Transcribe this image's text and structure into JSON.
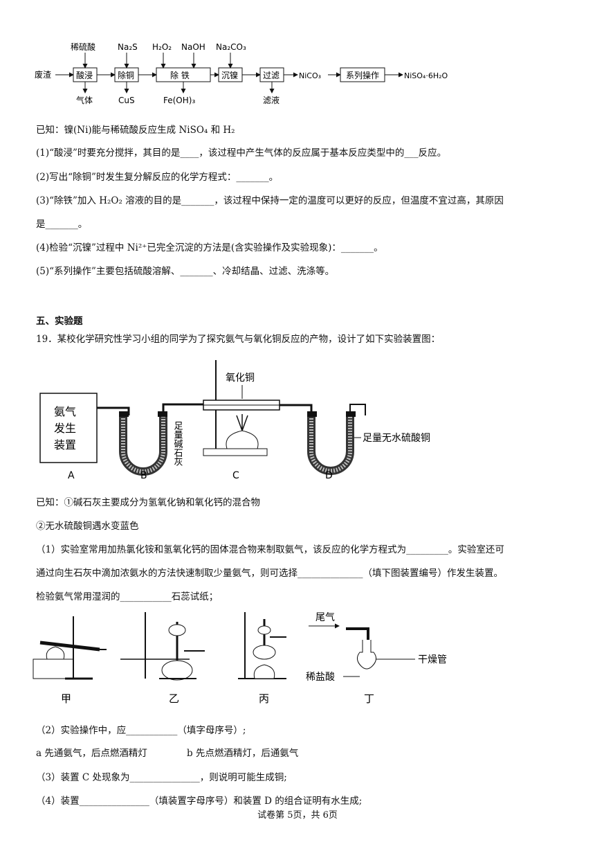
{
  "flow": {
    "start": "废渣",
    "steps": [
      "酸浸",
      "除铜",
      "除 铁",
      "沉镍",
      "过滤",
      "系列操作"
    ],
    "reagents": [
      "稀硫酸",
      "Na₂S",
      "H₂O₂",
      "NaOH",
      "Na₂CO₃"
    ],
    "outputs": [
      "气体",
      "CuS",
      "Fe(OH)₃",
      "滤液"
    ],
    "intermediate": "NiCO₃",
    "final": "NiSO₄·6H₂O"
  },
  "q18": {
    "known": "已知：镍(Ni)能与稀硫酸反应生成 NiSO₄ 和 H₂",
    "q1": "(1)“酸浸”时要充分搅拌，其目的是____，该过程中产生气体的反应属于基本反应类型中的___反应。",
    "q2": "(2)写出“除铜”时发生复分解反应的化学方程式：_______。",
    "q3a": "(3)“除铁”加入 H₂O₂ 溶液的目的是_______，该过程中保持一定的温度可以更好的反应，但温度不宜过高，其原因",
    "q3b": "是_______。",
    "q4": "(4)检验“沉镍”过程中 Ni²⁺已完全沉淀的方法是(含实验操作及实验现象)：_______。",
    "q5": "(5)“系列操作”主要包括硫酸溶解、_______、冷却结晶、过滤、洗涤等。"
  },
  "section": "五、实验题",
  "q19": {
    "intro": "19．某校化学研究性学习小组的同学为了探究氨气与氧化铜反应的产物，设计了如下实验装置图：",
    "apparatus": {
      "a_line1": "氨气",
      "a_line2": "发生",
      "a_line3": "装置",
      "b_label": "足量碱石灰",
      "c_label": "氧化铜",
      "d_label": "足量无水硫酸铜",
      "letters": [
        "A",
        "B",
        "C",
        "D"
      ]
    },
    "known1": "已知：①碱石灰主要成分为氢氧化钠和氧化钙的混合物",
    "known2": "②无水硫酸铜遇水变蓝色",
    "p1a": "（1）实验室常用加热氯化铵和氢氧化钙的固体混合物来制取氨气，该反应的化学方程式为_________。实验室还可",
    "p1b": "通过向生石灰中滴加浓氨水的方法快速制取少量氨气，则可选择______________（填下图装置编号）作发生装置。",
    "p1c": "检验氨气常用湿润的___________石蕊试纸；",
    "devices": {
      "names": [
        "甲",
        "乙",
        "丙",
        "丁"
      ],
      "tail_gas": "尾气",
      "drying_tube": "干燥管",
      "dilute_hcl": "稀盐酸"
    },
    "p2": "（2）实验操作中，应___________（填字母序号）;",
    "optA": "a  先通氨气，后点燃酒精灯",
    "optB": "b  先点燃酒精灯，后通氨气",
    "p3": "（3）装置 C 处现象为_______________，则说明可能生成铜;",
    "p4": "（4）装置_______________（填装置字母序号）和装置 D 的组合证明有水生成;"
  },
  "footer": "试卷第 5页，共 6页"
}
